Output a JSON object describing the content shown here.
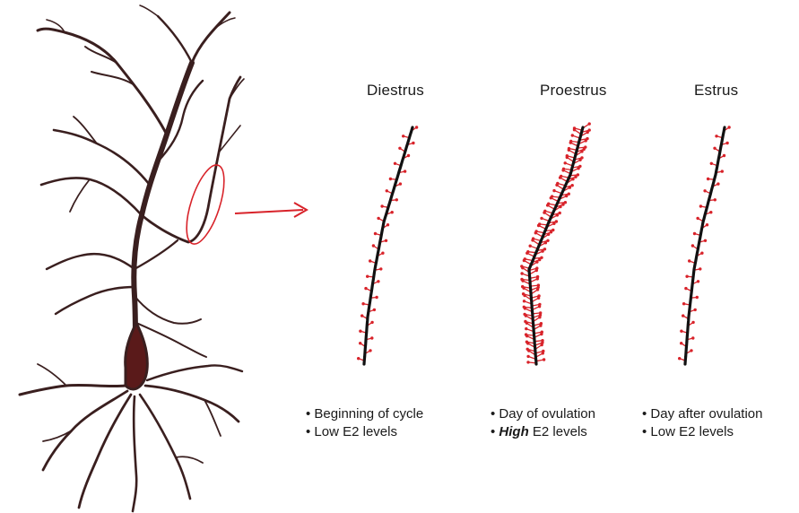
{
  "figure": {
    "accent_color": "#d8232a",
    "neuron_color": "#3a1f1f",
    "dendrite_color": "#111111",
    "stages": [
      {
        "id": "diestrus",
        "title": "Diestrus",
        "spine_density": "low",
        "bullets": [
          {
            "prefix": "• ",
            "emph": "",
            "text": "Beginning of cycle"
          },
          {
            "prefix": "• ",
            "emph": "",
            "text": "Low E2 levels"
          }
        ]
      },
      {
        "id": "proestrus",
        "title": "Proestrus",
        "spine_density": "high",
        "bullets": [
          {
            "prefix": "• ",
            "emph": "",
            "text": "Day of ovulation"
          },
          {
            "prefix": "• ",
            "emph": "High",
            "text": " E2 levels"
          }
        ]
      },
      {
        "id": "estrus",
        "title": "Estrus",
        "spine_density": "low",
        "bullets": [
          {
            "prefix": "• ",
            "emph": "",
            "text": "Day after ovulation"
          },
          {
            "prefix": "• ",
            "emph": "",
            "text": "Low E2 levels"
          }
        ]
      }
    ]
  }
}
